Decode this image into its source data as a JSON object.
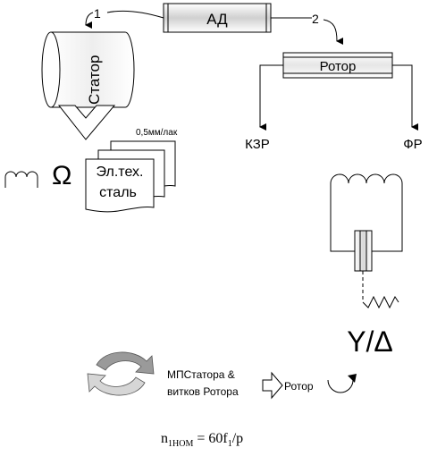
{
  "diagram": {
    "ad_block": {
      "label": "АД"
    },
    "link_1": {
      "label": "1"
    },
    "link_2": {
      "label": "2"
    },
    "stator": {
      "label": "Статор"
    },
    "rotor": {
      "label": "Ротор"
    },
    "rotor_types": {
      "left": "КЗР",
      "right": "ФР"
    },
    "steel_stack": {
      "line1": "Эл.тех.",
      "line2": "сталь",
      "note": "0,5мм/лак"
    },
    "omega": {
      "symbol": "Ω"
    },
    "connection": {
      "label": "Y/Δ"
    },
    "field": {
      "text_line1": "МПСтатора &",
      "text_line2": "витков Ротора",
      "result": "Ротор"
    },
    "formula": {
      "base": "n",
      "sub1": "1НОМ",
      "mid": " = 60f",
      "sub2": "1",
      "tail": "/p"
    },
    "colors": {
      "line": "#000000",
      "ad_fill": "#dcdcdc",
      "arrow_gray": "#9a9a9a",
      "arrow_light": "#d6d6d6"
    }
  }
}
